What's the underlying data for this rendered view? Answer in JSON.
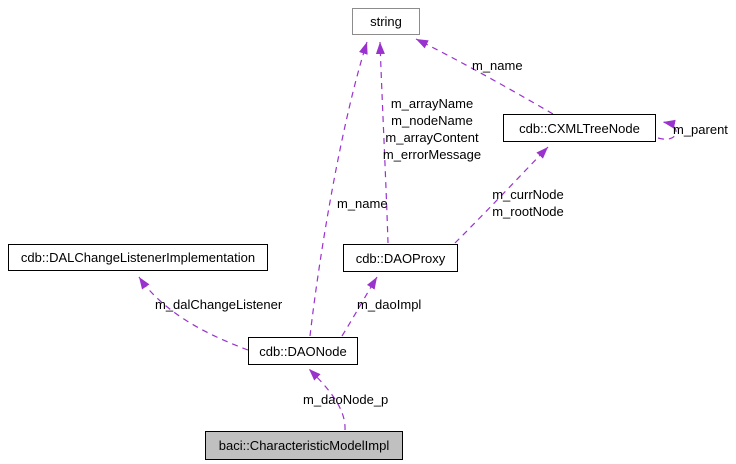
{
  "diagram": {
    "type": "doxygen-collaboration-graph",
    "colors": {
      "edge": "#9a32cd",
      "node_border": "#000000",
      "external_node_border": "#8c8c8c",
      "highlight_node_fill": "#c0c0c0",
      "node_fill": "#ffffff",
      "background": "#ffffff"
    },
    "nodes": [
      {
        "id": "string",
        "label": "string"
      },
      {
        "id": "cxml-tree-node",
        "label": "cdb::CXMLTreeNode"
      },
      {
        "id": "dal-change-listener-implementation",
        "label": "cdb::DALChangeListenerImplementation"
      },
      {
        "id": "dao-proxy",
        "label": "cdb::DAOProxy"
      },
      {
        "id": "dao-node",
        "label": "cdb::DAONode"
      },
      {
        "id": "characteristic-model-impl",
        "label": "baci::CharacteristicModelImpl"
      }
    ],
    "edges": [
      {
        "from": "cdb::DAONode",
        "to": "string",
        "label": "m_name"
      },
      {
        "from": "cdb::DAOProxy",
        "to": "string",
        "label": "m_arrayName\nm_nodeName\nm_arrayContent\nm_errorMessage"
      },
      {
        "from": "cdb::CXMLTreeNode",
        "to": "string",
        "label": "m_name"
      },
      {
        "from": "cdb::CXMLTreeNode",
        "to": "cdb::CXMLTreeNode",
        "label": "m_parent"
      },
      {
        "from": "cdb::DAOProxy",
        "to": "cdb::CXMLTreeNode",
        "label": "m_currNode\nm_rootNode"
      },
      {
        "from": "cdb::DAONode",
        "to": "cdb::DALChangeListenerImplementation",
        "label": "m_dalChangeListener"
      },
      {
        "from": "cdb::DAONode",
        "to": "cdb::DAOProxy",
        "label": "m_daoImpl"
      },
      {
        "from": "baci::CharacteristicModelImpl",
        "to": "cdb::DAONode",
        "label": "m_daoNode_p"
      }
    ]
  }
}
